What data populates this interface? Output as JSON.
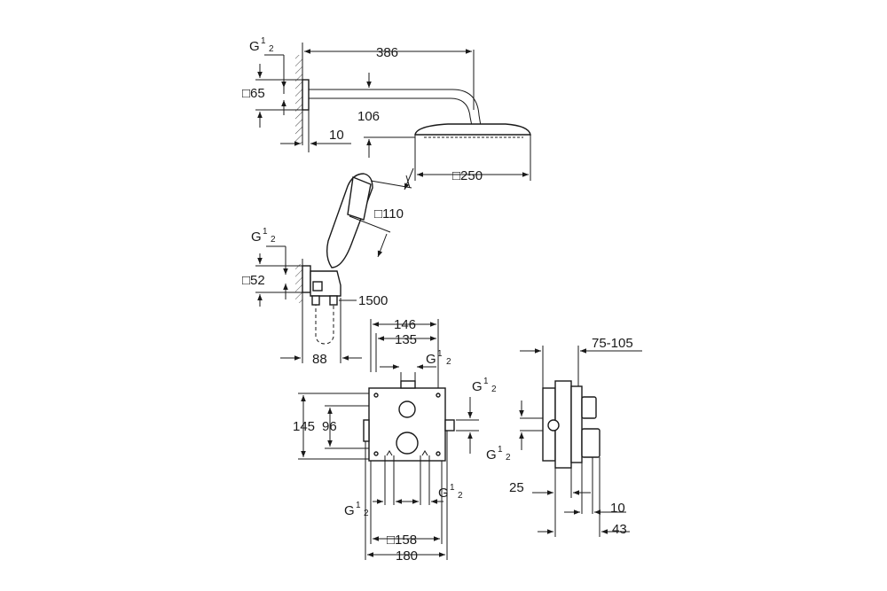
{
  "drawing": {
    "shower_arm": {
      "thread": "G",
      "thread_sup": "1",
      "thread_sub": "2",
      "length": "386",
      "flange": "□65",
      "drop": "106",
      "wall_gap": "10",
      "head_size": "□250"
    },
    "hand_shower": {
      "head_size": "□110",
      "thread": "G",
      "thread_sup": "1",
      "thread_sub": "2",
      "flange": "□52",
      "hose_length": "1500",
      "outlet_width": "88"
    },
    "thermostat_body": {
      "width_outer": "146",
      "width_inner": "135",
      "thread_top": "G",
      "thread_top_sup": "1",
      "thread_top_sub": "2",
      "thread_right": "G",
      "thread_right_sup": "1",
      "thread_right_sub": "2",
      "height_outer": "145",
      "height_inner": "96",
      "thread_bottom_left": "G",
      "thread_bottom_left_sup": "1",
      "thread_bottom_left_sub": "2",
      "thread_bottom_right": "G",
      "thread_bottom_right_sup": "1",
      "thread_bottom_right_sub": "2",
      "plate_size": "□158",
      "plate_width": "180"
    },
    "side_view": {
      "depth_range": "75-105",
      "thread": "G",
      "thread_sup": "1",
      "thread_sub": "2",
      "wall_offset": "25",
      "projection_small": "10",
      "projection": "43"
    }
  }
}
